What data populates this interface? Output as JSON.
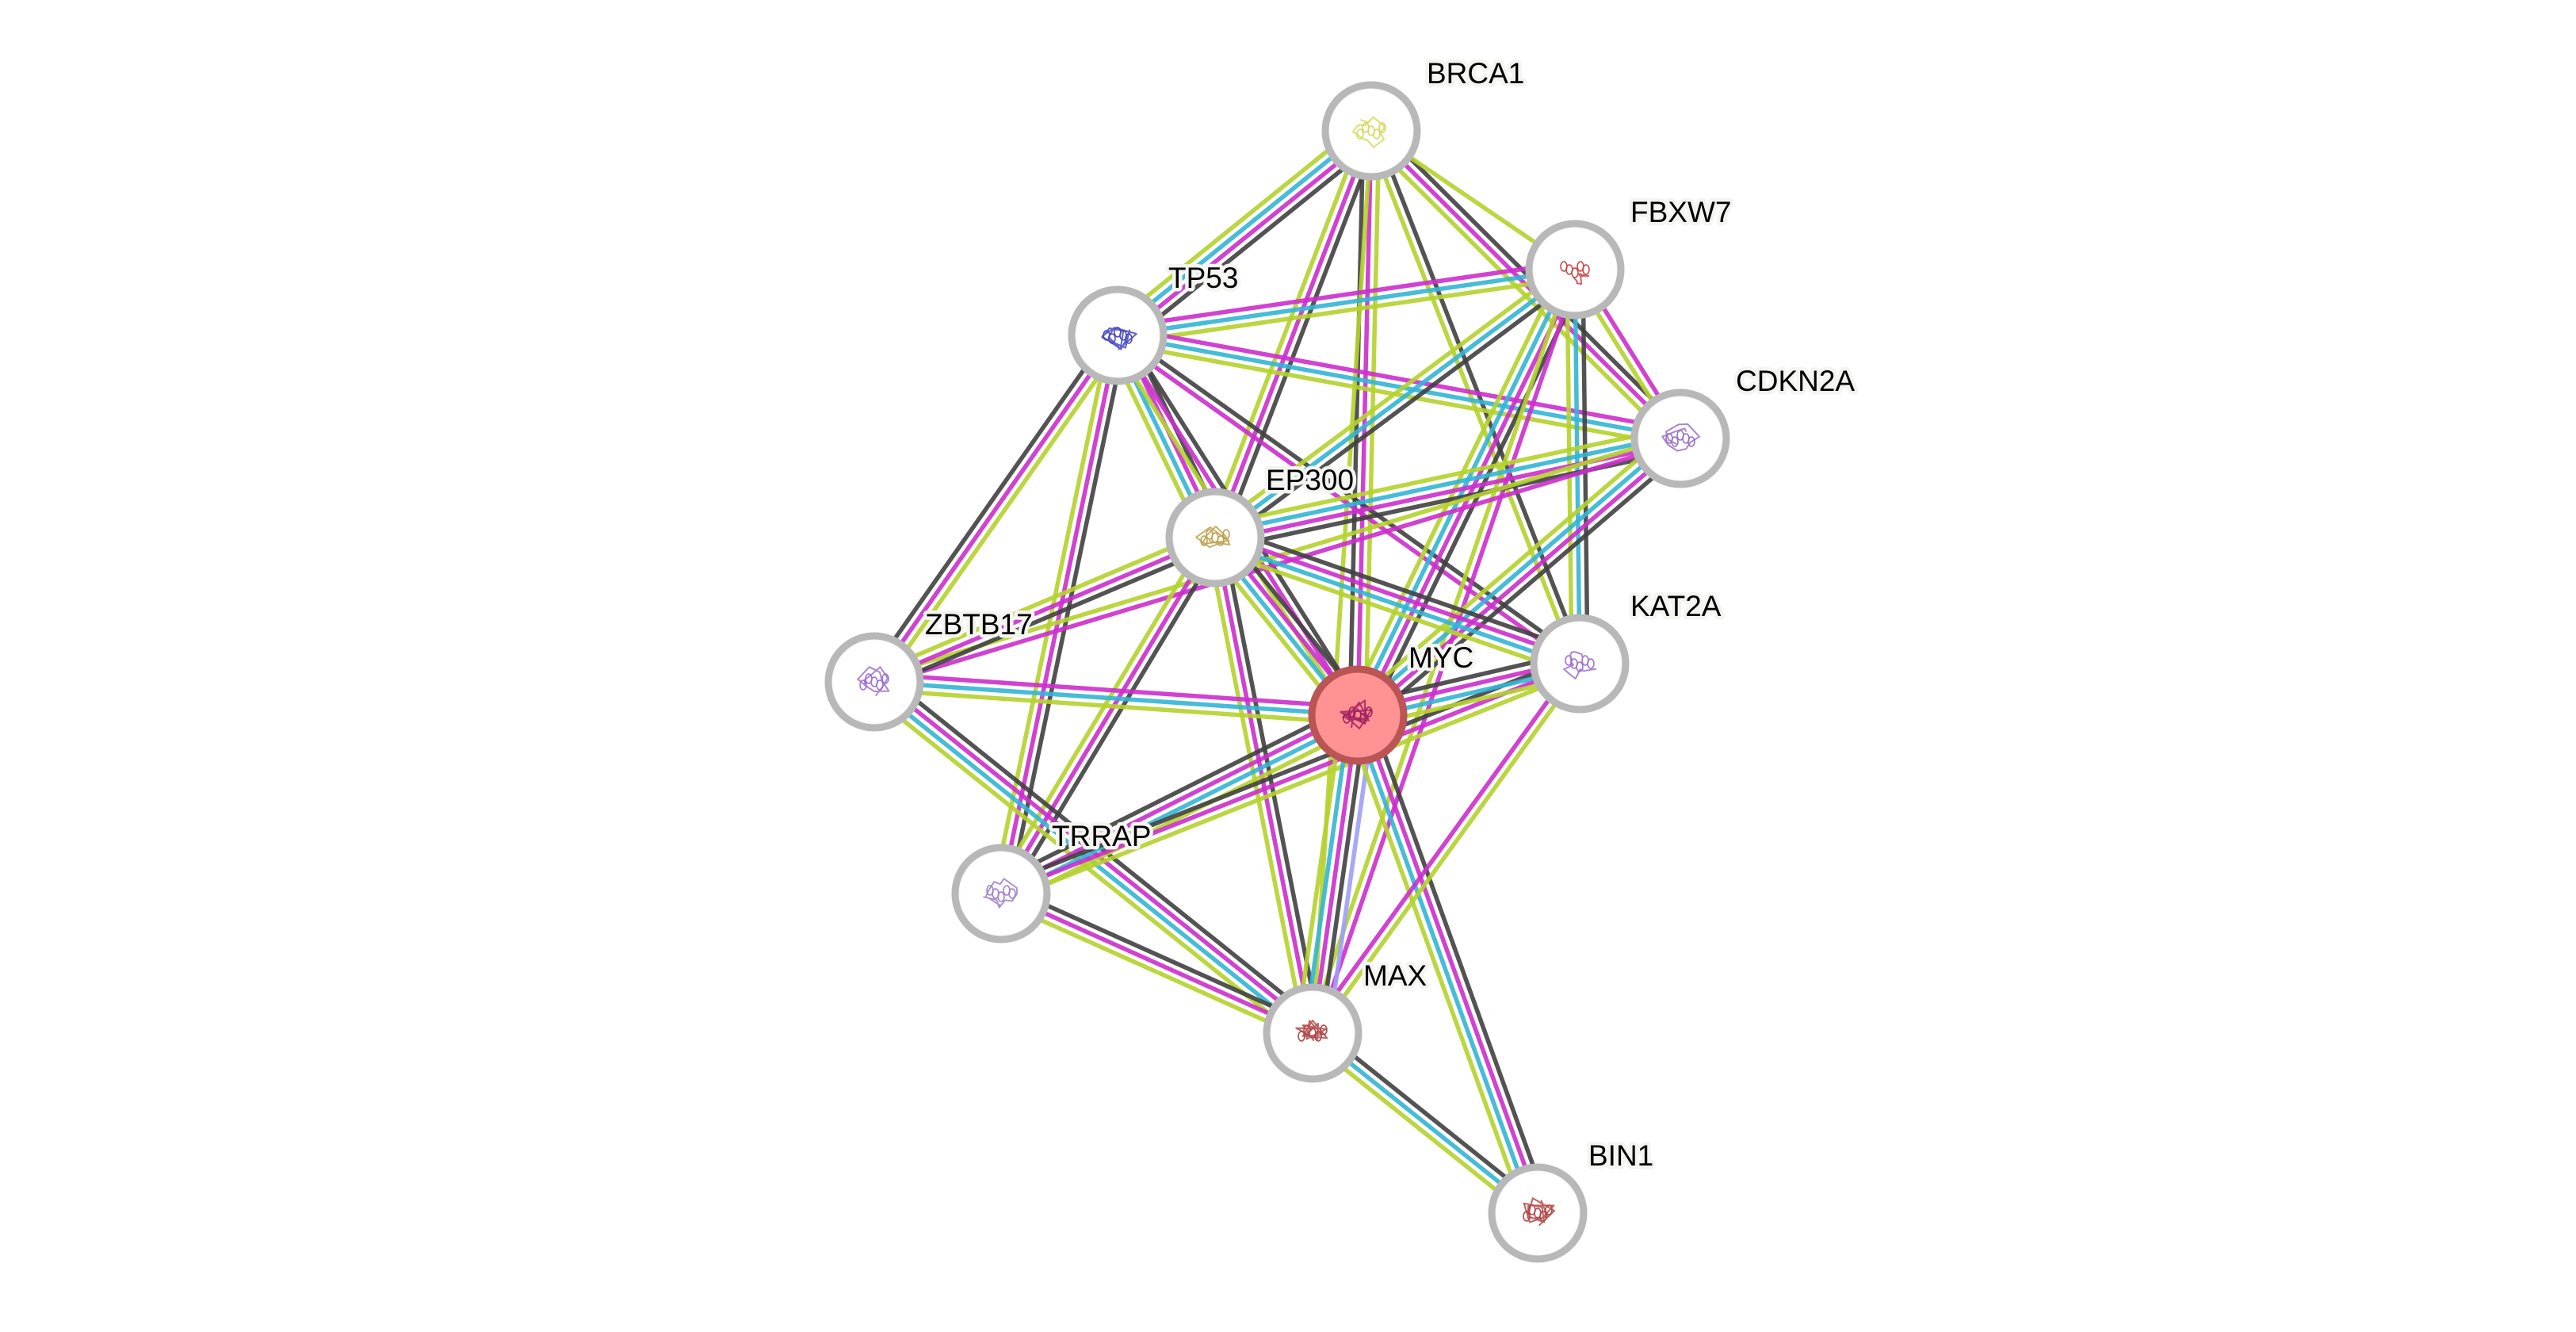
{
  "diagram": {
    "type": "protein-interaction-network",
    "query_protein": "MYC",
    "channel_colors": {
      "coexpression": "#404040",
      "experiments": "#cc2ecc",
      "databases": "#33b5d5",
      "textmining": "#b5d22e",
      "homology": "#9f9ff5"
    },
    "node_style": {
      "ring_color": "#b8b8b8",
      "query_fill": "#ff9292",
      "query_ring": "#bb5555"
    },
    "nodes": [
      {
        "id": "BRCA1",
        "label": "BRCA1",
        "query": false,
        "structure_color": "#d8d860"
      },
      {
        "id": "FBXW7",
        "label": "FBXW7",
        "query": false,
        "structure_color": "#c84848"
      },
      {
        "id": "TP53",
        "label": "TP53",
        "query": false,
        "structure_color": "#4848c0"
      },
      {
        "id": "CDKN2A",
        "label": "CDKN2A",
        "query": false,
        "structure_color": "#9a70c8"
      },
      {
        "id": "EP300",
        "label": "EP300",
        "query": false,
        "structure_color": "#c0a050"
      },
      {
        "id": "KAT2A",
        "label": "KAT2A",
        "query": false,
        "structure_color": "#a070d0"
      },
      {
        "id": "MYC",
        "label": "MYC",
        "query": true,
        "structure_color": "#a02060"
      },
      {
        "id": "ZBTB17",
        "label": "ZBTB17",
        "query": false,
        "structure_color": "#a070d0"
      },
      {
        "id": "TRRAP",
        "label": "TRRAP",
        "query": false,
        "structure_color": "#a080c8"
      },
      {
        "id": "MAX",
        "label": "MAX",
        "query": false,
        "structure_color": "#b04848"
      },
      {
        "id": "BIN1",
        "label": "BIN1",
        "query": false,
        "structure_color": "#b04848"
      }
    ],
    "edges": [
      {
        "source": "BRCA1",
        "target": "TP53",
        "channels": [
          "coexpression",
          "experiments",
          "databases",
          "textmining"
        ]
      },
      {
        "source": "BRCA1",
        "target": "EP300",
        "channels": [
          "coexpression",
          "experiments",
          "textmining"
        ]
      },
      {
        "source": "BRCA1",
        "target": "MYC",
        "channels": [
          "textmining",
          "experiments",
          "coexpression"
        ]
      },
      {
        "source": "BRCA1",
        "target": "KAT2A",
        "channels": [
          "coexpression",
          "textmining"
        ]
      },
      {
        "source": "BRCA1",
        "target": "CDKN2A",
        "channels": [
          "coexpression",
          "experiments",
          "textmining"
        ]
      },
      {
        "source": "BRCA1",
        "target": "FBXW7",
        "channels": [
          "textmining"
        ]
      },
      {
        "source": "BRCA1",
        "target": "MAX",
        "channels": [
          "textmining"
        ]
      },
      {
        "source": "TP53",
        "target": "FBXW7",
        "channels": [
          "experiments",
          "databases",
          "textmining"
        ]
      },
      {
        "source": "TP53",
        "target": "CDKN2A",
        "channels": [
          "experiments",
          "databases",
          "textmining"
        ]
      },
      {
        "source": "TP53",
        "target": "EP300",
        "channels": [
          "coexpression",
          "experiments",
          "databases",
          "textmining"
        ]
      },
      {
        "source": "TP53",
        "target": "MYC",
        "channels": [
          "coexpression",
          "experiments",
          "textmining"
        ]
      },
      {
        "source": "TP53",
        "target": "KAT2A",
        "channels": [
          "coexpression",
          "experiments"
        ]
      },
      {
        "source": "TP53",
        "target": "ZBTB17",
        "channels": [
          "textmining",
          "experiments",
          "coexpression"
        ]
      },
      {
        "source": "TP53",
        "target": "TRRAP",
        "channels": [
          "coexpression",
          "experiments",
          "textmining"
        ]
      },
      {
        "source": "FBXW7",
        "target": "EP300",
        "channels": [
          "coexpression",
          "databases",
          "textmining"
        ]
      },
      {
        "source": "FBXW7",
        "target": "MYC",
        "channels": [
          "coexpression",
          "experiments",
          "databases",
          "textmining"
        ]
      },
      {
        "source": "FBXW7",
        "target": "KAT2A",
        "channels": [
          "coexpression",
          "databases",
          "textmining"
        ]
      },
      {
        "source": "FBXW7",
        "target": "CDKN2A",
        "channels": [
          "experiments",
          "textmining"
        ]
      },
      {
        "source": "FBXW7",
        "target": "MAX",
        "channels": [
          "experiments",
          "textmining"
        ]
      },
      {
        "source": "CDKN2A",
        "target": "EP300",
        "channels": [
          "coexpression",
          "experiments",
          "databases",
          "textmining"
        ]
      },
      {
        "source": "CDKN2A",
        "target": "MYC",
        "channels": [
          "coexpression",
          "experiments",
          "databases",
          "textmining"
        ]
      },
      {
        "source": "CDKN2A",
        "target": "ZBTB17",
        "channels": [
          "experiments",
          "textmining"
        ]
      },
      {
        "source": "EP300",
        "target": "ZBTB17",
        "channels": [
          "coexpression",
          "experiments",
          "textmining"
        ]
      },
      {
        "source": "EP300",
        "target": "MYC",
        "channels": [
          "coexpression",
          "experiments",
          "databases",
          "textmining"
        ]
      },
      {
        "source": "EP300",
        "target": "KAT2A",
        "channels": [
          "coexpression",
          "experiments",
          "databases",
          "textmining"
        ]
      },
      {
        "source": "EP300",
        "target": "TRRAP",
        "channels": [
          "coexpression",
          "experiments",
          "textmining"
        ]
      },
      {
        "source": "EP300",
        "target": "MAX",
        "channels": [
          "coexpression",
          "experiments",
          "textmining"
        ]
      },
      {
        "source": "ZBTB17",
        "target": "MYC",
        "channels": [
          "experiments",
          "databases",
          "textmining"
        ]
      },
      {
        "source": "ZBTB17",
        "target": "MAX",
        "channels": [
          "coexpression",
          "experiments",
          "databases",
          "textmining"
        ]
      },
      {
        "source": "TRRAP",
        "target": "MYC",
        "channels": [
          "coexpression",
          "experiments",
          "databases",
          "textmining"
        ]
      },
      {
        "source": "TRRAP",
        "target": "KAT2A",
        "channels": [
          "coexpression",
          "experiments",
          "textmining"
        ]
      },
      {
        "source": "TRRAP",
        "target": "MAX",
        "channels": [
          "coexpression",
          "experiments",
          "textmining"
        ]
      },
      {
        "source": "MYC",
        "target": "KAT2A",
        "channels": [
          "coexpression",
          "experiments",
          "databases",
          "textmining"
        ]
      },
      {
        "source": "MYC",
        "target": "MAX",
        "channels": [
          "homology",
          "coexpression",
          "experiments",
          "databases",
          "textmining"
        ]
      },
      {
        "source": "MYC",
        "target": "BIN1",
        "channels": [
          "coexpression",
          "experiments",
          "databases",
          "textmining"
        ]
      },
      {
        "source": "KAT2A",
        "target": "MAX",
        "channels": [
          "textmining",
          "experiments"
        ]
      },
      {
        "source": "MAX",
        "target": "BIN1",
        "channels": [
          "coexpression",
          "databases",
          "textmining"
        ]
      }
    ]
  }
}
